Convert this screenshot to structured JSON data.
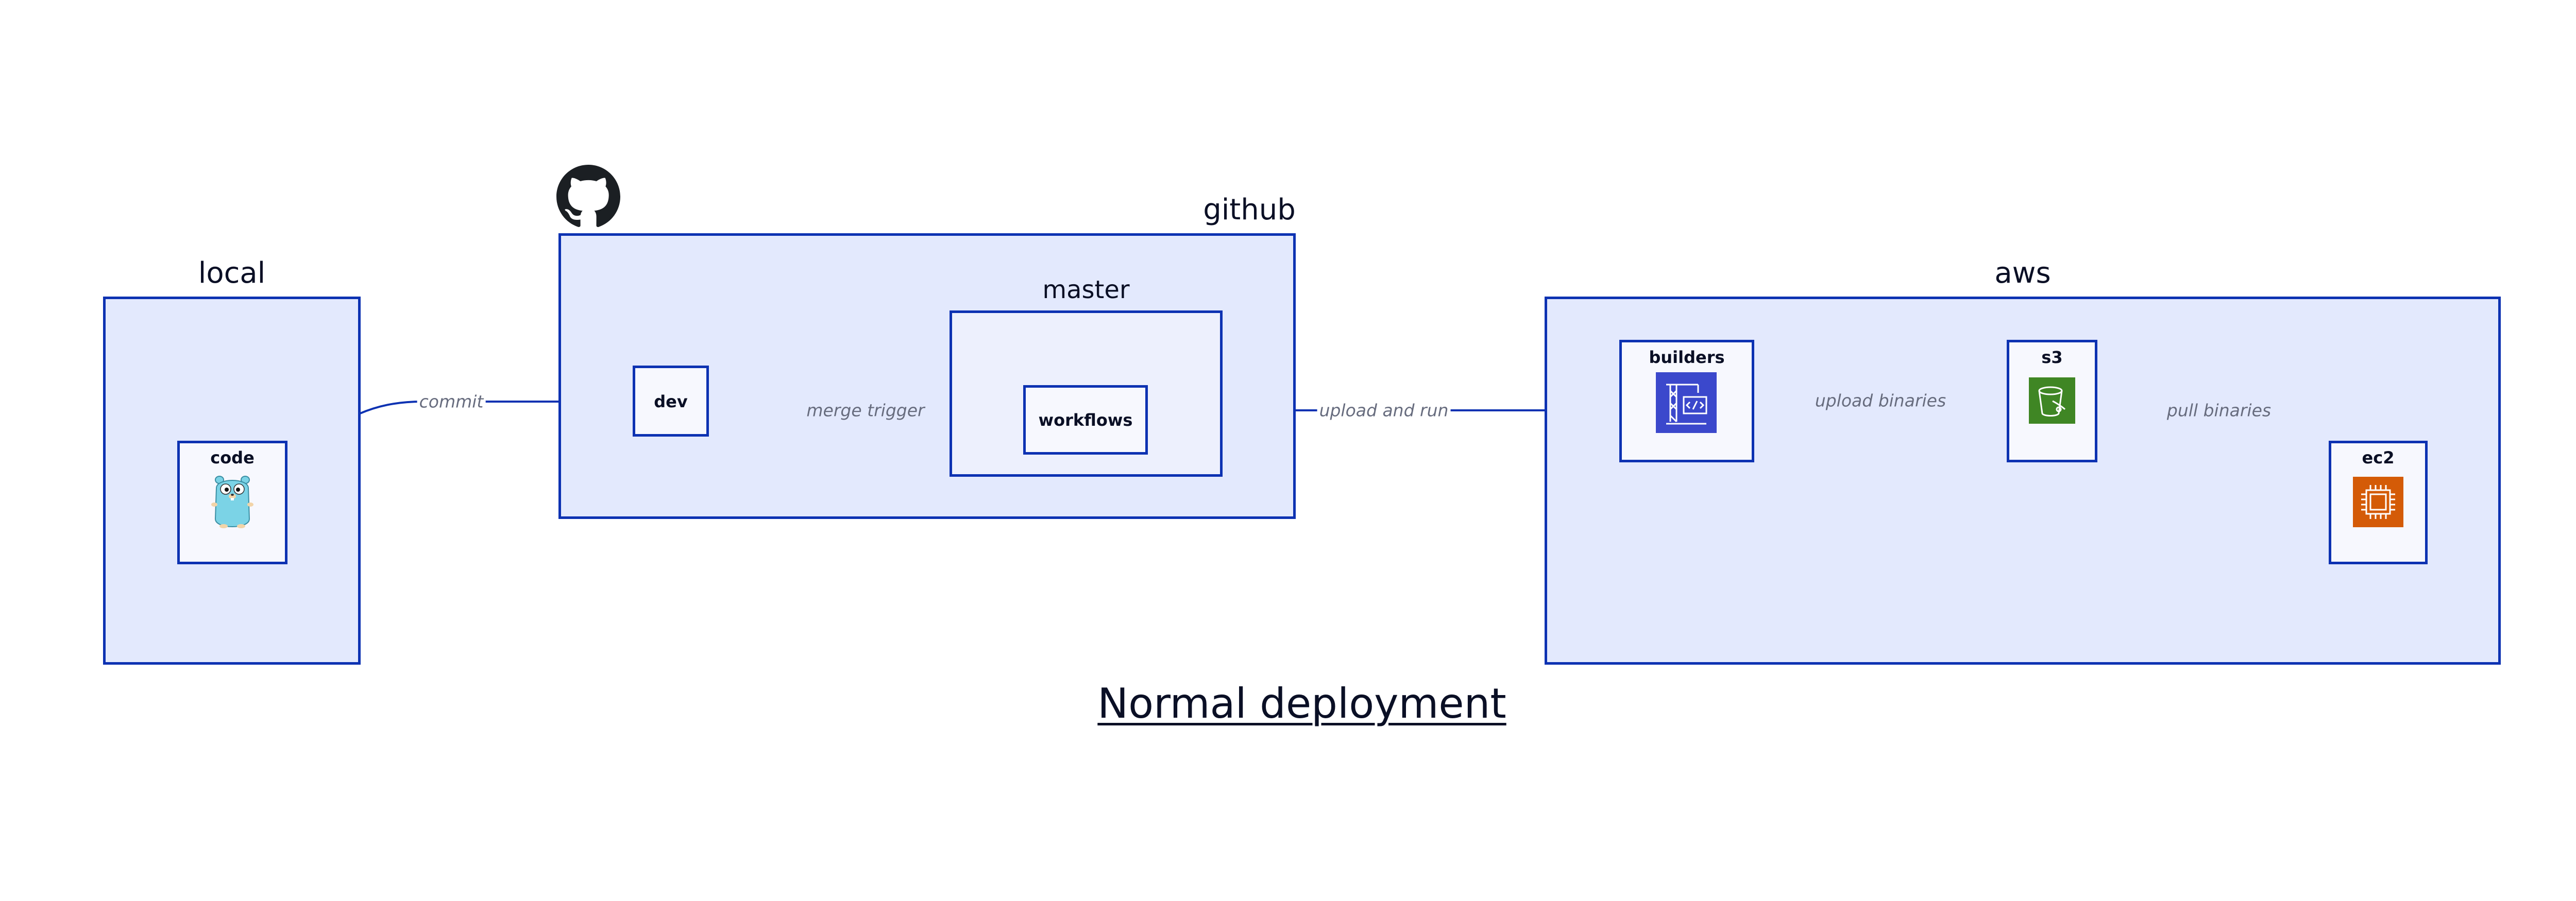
{
  "title": "Normal deployment",
  "groups": {
    "local": "local",
    "github": "github",
    "master": "master",
    "aws": "aws"
  },
  "nodes": {
    "code": "code",
    "dev": "dev",
    "workflows": "workflows",
    "builders": "builders",
    "s3": "s3",
    "ec2": "ec2"
  },
  "edges": {
    "commit": "commit",
    "merge_trigger": "merge trigger",
    "upload_and_run": "upload and run",
    "upload_binaries": "upload binaries",
    "pull_binaries": "pull binaries"
  },
  "icons": {
    "github": "github-octocat-icon",
    "code": "gopher-mascot-icon",
    "builders": "aws-codebuild-icon",
    "s3": "aws-s3-bucket-icon",
    "ec2": "aws-ec2-instance-icon"
  },
  "colors": {
    "border": "#0d32b2",
    "container_fill": "#e3e9fd",
    "inner_fill": "#edf0fd",
    "node_fill": "#f7f8fe",
    "edge": "#0d32b2",
    "edge_label": "#676c7e",
    "codebuild": "#3b48cc",
    "s3": "#3f8624",
    "ec2": "#d45b07"
  }
}
